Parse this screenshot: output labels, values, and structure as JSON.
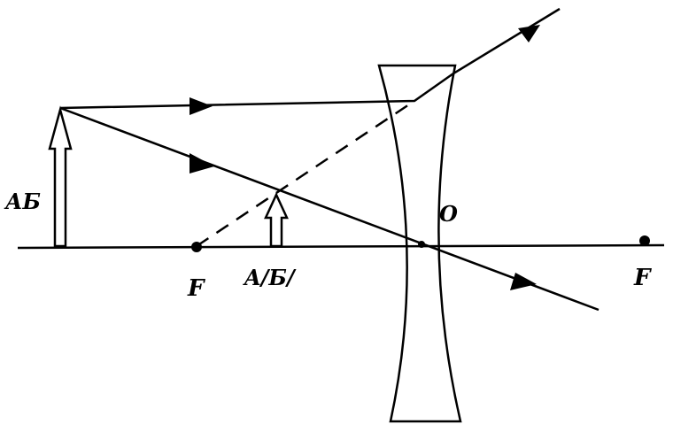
{
  "labels": {
    "object": "АБ",
    "center": "O",
    "focus_left": "F",
    "image": "A/Б/",
    "focus_right": "F"
  },
  "colors": {
    "ink": "#000000",
    "background": "#ffffff"
  }
}
